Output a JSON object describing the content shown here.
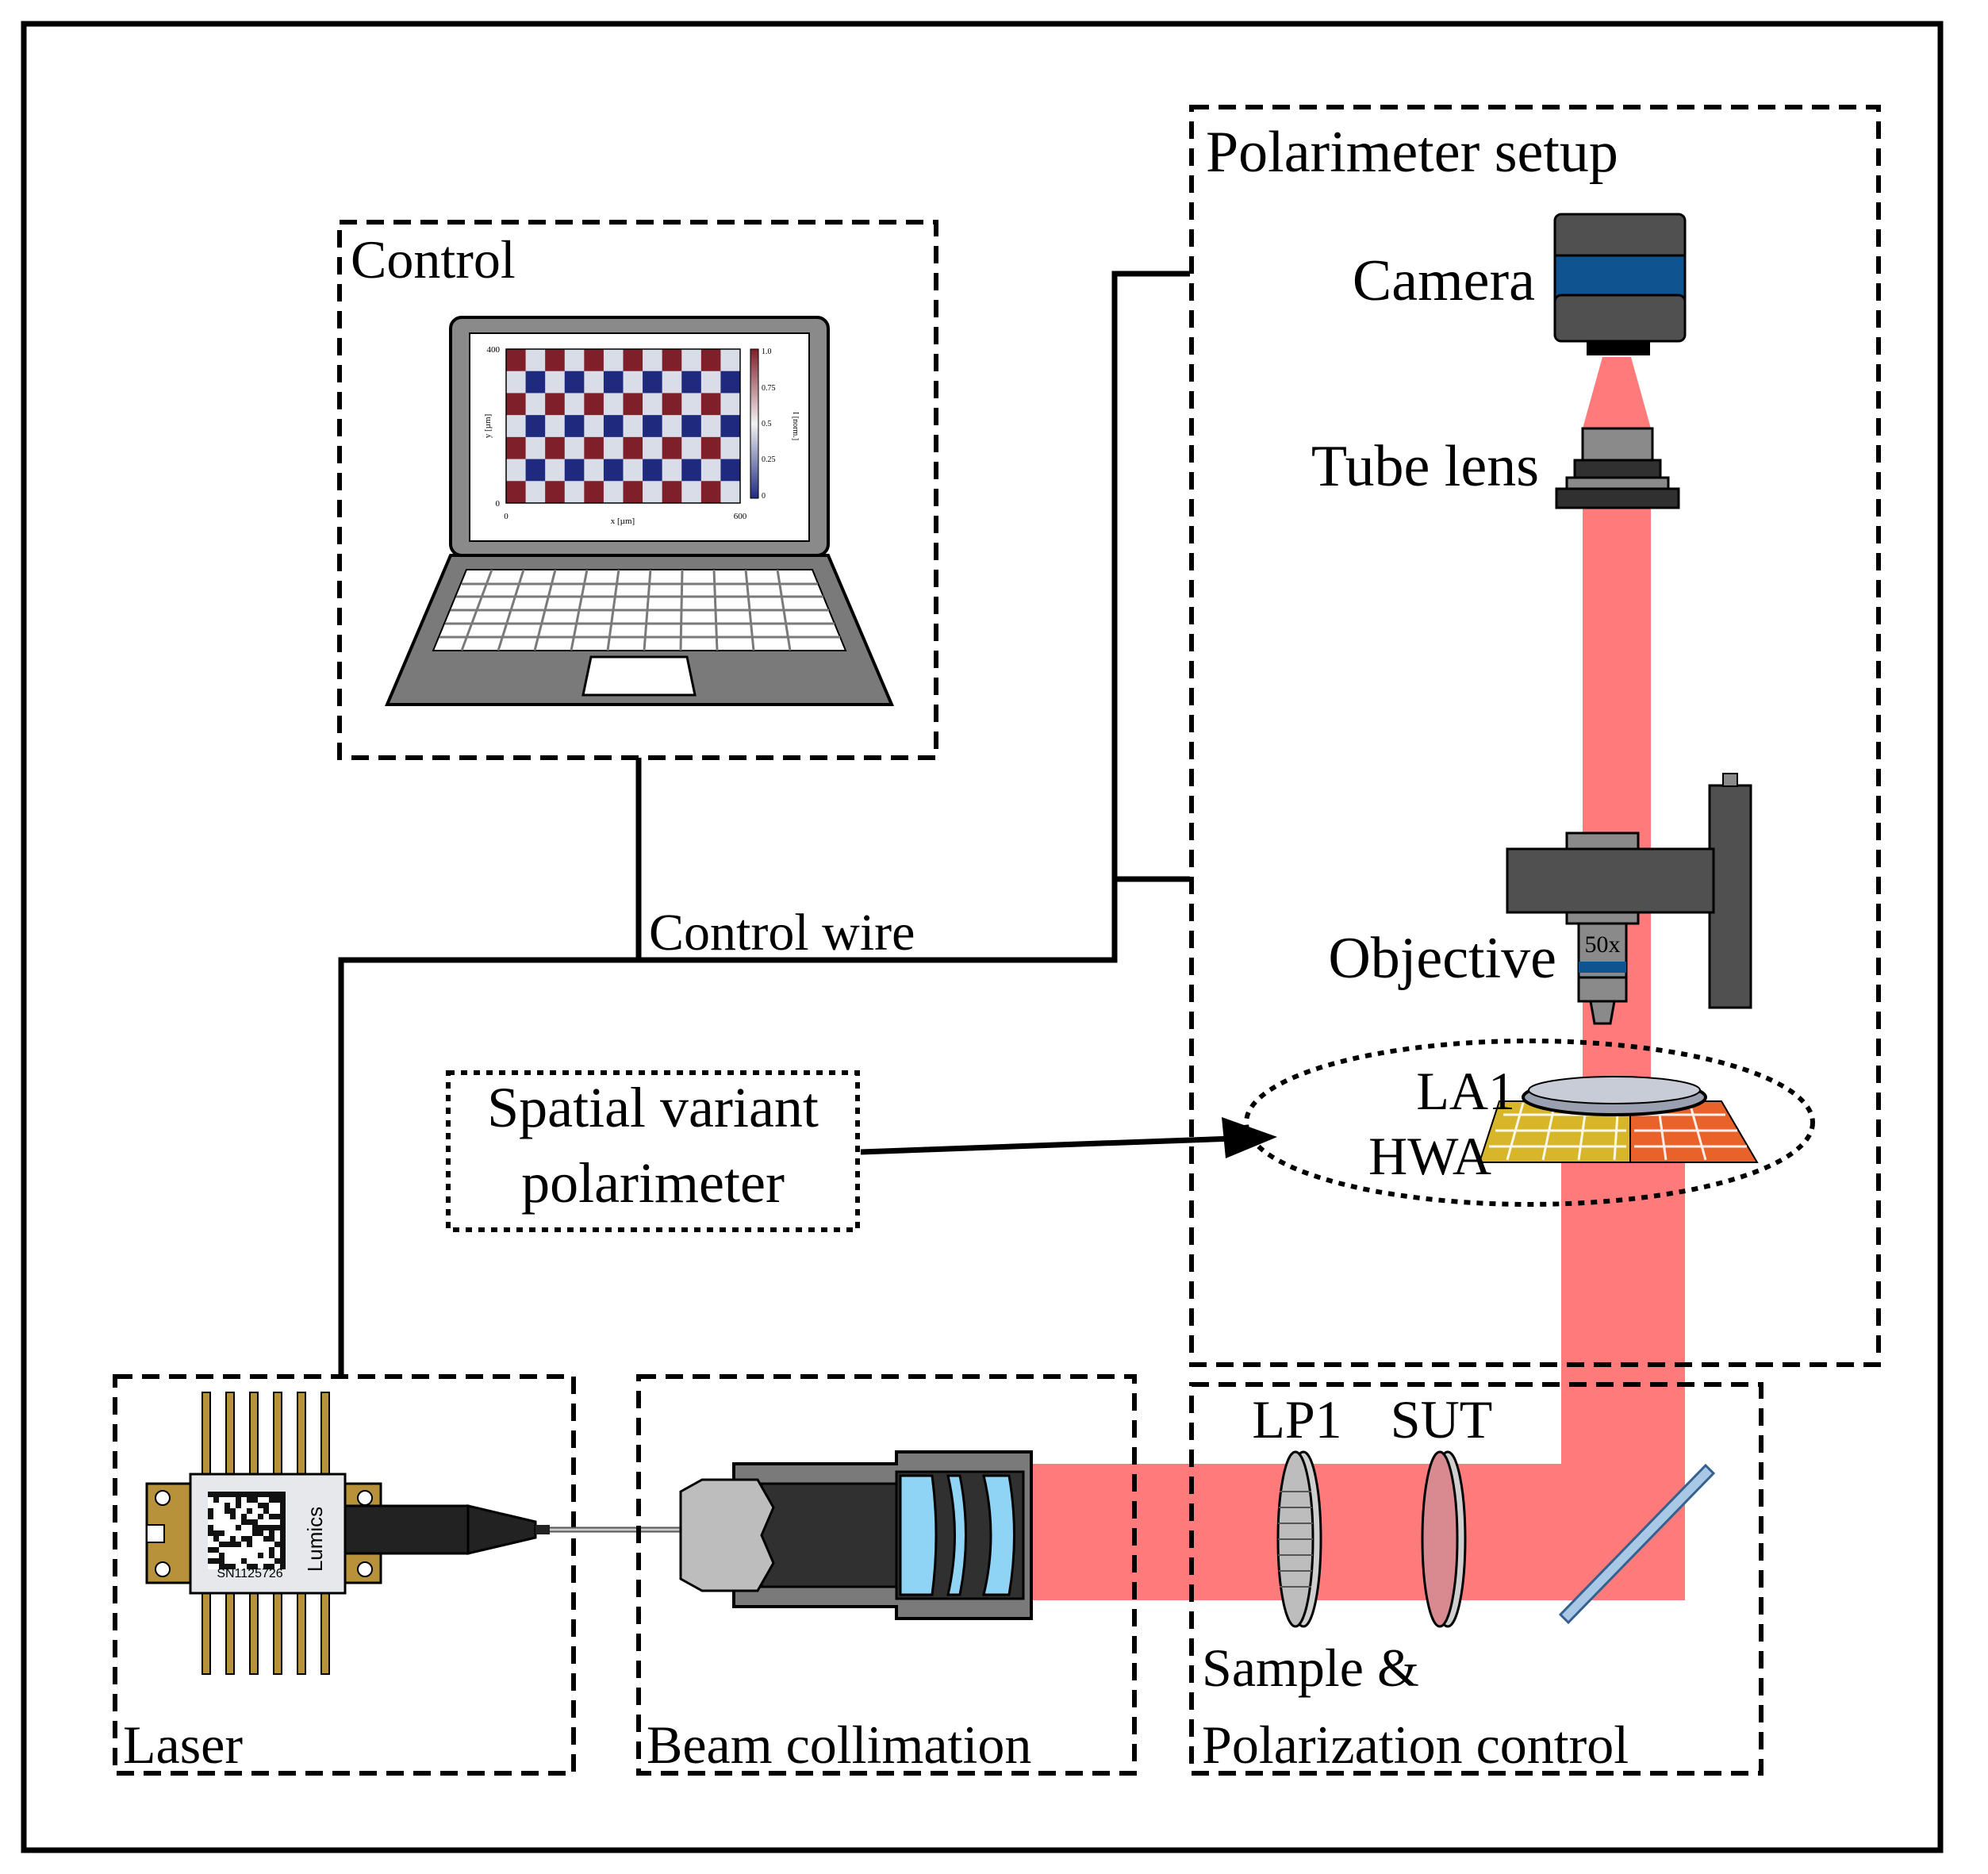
{
  "labels": {
    "control": "Control",
    "polarimeter_setup": "Polarimeter setup",
    "camera": "Camera",
    "tube_lens": "Tube lens",
    "objective": "Objective",
    "objective_mag": "50x",
    "control_wire": "Control wire",
    "spatial_variant_1": "Spatial variant",
    "spatial_variant_2": "polarimeter",
    "la1": "LA1",
    "hwa": "HWA",
    "lp1": "LP1",
    "sut": "SUT",
    "sample_1": "Sample &",
    "sample_2": "Polarization control",
    "laser": "Laser",
    "beam_collimation": "Beam collimation",
    "laser_brand": "Lumics",
    "laser_serial": "SN1125726"
  },
  "screen_plot": {
    "y_ticks": [
      "400",
      "0"
    ],
    "x_ticks": [
      "0",
      "600"
    ],
    "xlabel": "x [µm]",
    "ylabel": "y [µm]",
    "colorbar_ticks": [
      "1.0",
      "0.75",
      "0.5",
      "0.25",
      "0"
    ],
    "colorbar_label": "I [norm.]"
  },
  "colors": {
    "beam": "#ff7a7a",
    "gray_dark": "#505050",
    "gray_mid": "#7a7a7a",
    "camera_blue": "#0f5491",
    "lens_blue": "#8fd3f5",
    "mirror": "#a9c8e6",
    "gold": "#b8923a",
    "checker_red": "#7f1f2a",
    "checker_blue": "#1f2a7f",
    "checker_light": "#d8dde8"
  }
}
